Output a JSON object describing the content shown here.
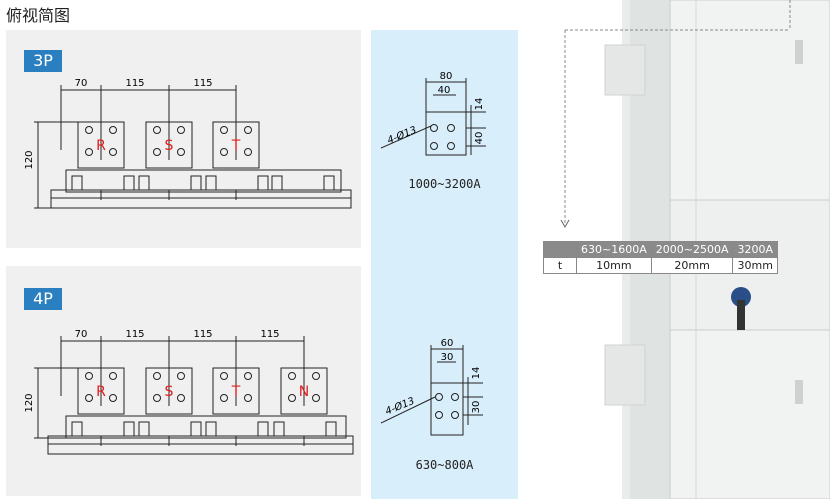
{
  "page_title": "俯视简图",
  "section_3p": {
    "tag": "3P",
    "dims": [
      "70",
      "115",
      "115"
    ],
    "height_dim": "120",
    "phases": [
      "R",
      "S",
      "T"
    ]
  },
  "section_4p": {
    "tag": "4P",
    "dims": [
      "70",
      "115",
      "115",
      "115"
    ],
    "height_dim": "120",
    "phases": [
      "R",
      "S",
      "T",
      "N"
    ]
  },
  "detail_top": {
    "outer_width": "80",
    "inner_width": "40",
    "top_offset": "14",
    "spacing": "40",
    "holes": "4-Ø13",
    "range": "1000~3200A"
  },
  "detail_bottom": {
    "outer_width": "60",
    "inner_width": "30",
    "top_offset": "14",
    "spacing": "30",
    "holes": "4-Ø13",
    "range": "630~800A"
  },
  "spec_table": {
    "headers": [
      "",
      "630~1600A",
      "2000~2500A",
      "3200A"
    ],
    "row": [
      "t",
      "10mm",
      "20mm",
      "30mm"
    ]
  },
  "colors": {
    "accent": "#2a7fc0",
    "phase_letter": "#e02020",
    "detail_bg": "#d9eefb",
    "panel_bg": "#f0f0f0"
  }
}
